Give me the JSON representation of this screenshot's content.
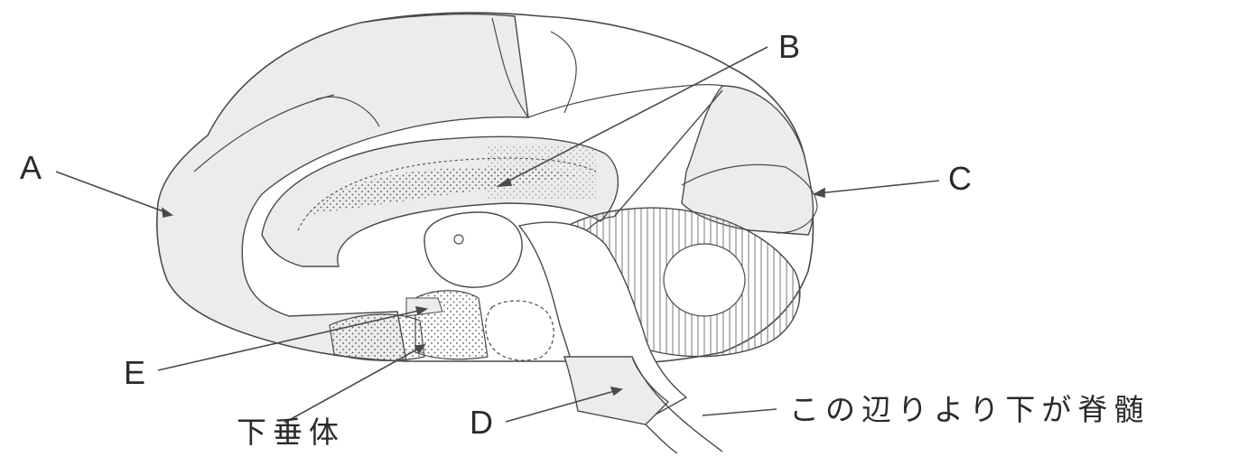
{
  "diagram": {
    "labels": {
      "A": "A",
      "B": "B",
      "C": "C",
      "D": "D",
      "E": "E"
    },
    "pituitary_label": "下垂体",
    "spinal_note": "この辺りより下が脊髄"
  },
  "colors": {
    "line": "#4a4a4a",
    "shade": "#ececec",
    "text": "#2a2a2a"
  }
}
